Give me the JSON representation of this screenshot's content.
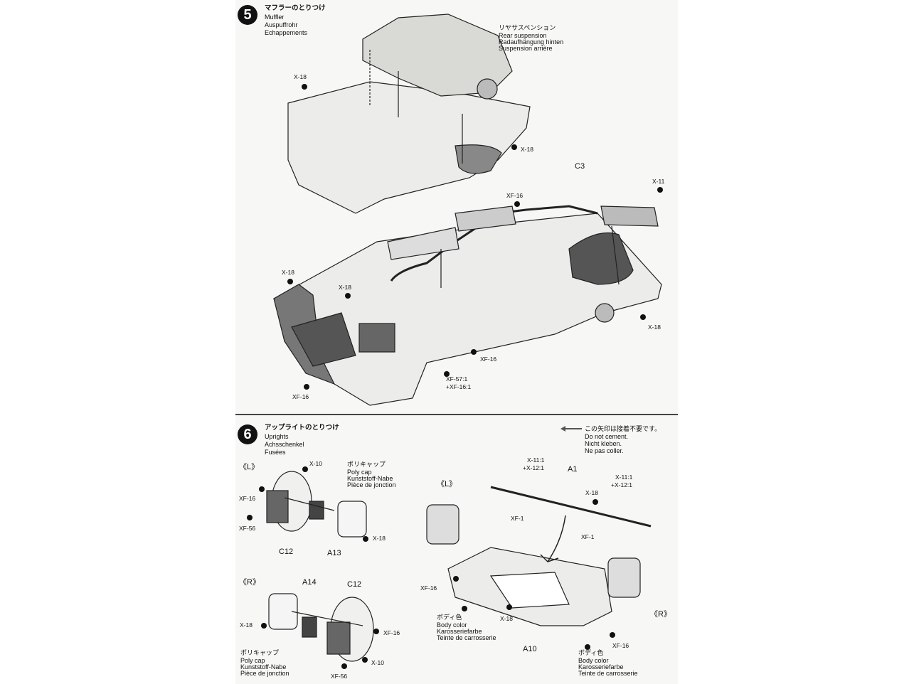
{
  "step5": {
    "number": "5",
    "title_jp": "マフラーのとりつけ",
    "title_en": "Muffler",
    "title_de": "Auspuffrohr",
    "title_fr": "Echappements",
    "rear_suspension": {
      "jp": "リヤサスペンション",
      "en": "Rear suspension",
      "de": "Radaufhängung hinten",
      "fr": "Suspension arrière"
    },
    "labels": {
      "x18_a": "X-18",
      "x18_b": "X-18",
      "c3": "C3",
      "x11": "X-11",
      "xf16_a": "XF-16",
      "x18_c": "X-18",
      "x18_d": "X-18",
      "x18_e": "X-18",
      "xf16_b": "XF-16",
      "xf57": "XF-57:1",
      "xf16_ratio": "+XF-16:1",
      "xf16_c": "XF-16"
    }
  },
  "step6": {
    "number": "6",
    "title_jp": "アップライトのとりつけ",
    "title_en": "Uprights",
    "title_de": "Achsschenkel",
    "title_fr": "Fusées",
    "note": {
      "jp": "この矢印は接着不要です。",
      "en": "Do not cement.",
      "de": "Nicht kleben.",
      "fr": "Ne pas coller."
    },
    "polycap_top": {
      "jp": "ポリキャップ",
      "en": "Poly cap",
      "de": "Kunststoff-Nabe",
      "fr": "Pièce de jonction"
    },
    "polycap_bottom": {
      "jp": "ポリキャップ",
      "en": "Poly cap",
      "de": "Kunststoff-Nabe",
      "fr": "Pièce de jonction"
    },
    "body_color_left": {
      "jp": "ボディ色",
      "en": "Body color",
      "de": "Karosseriefarbe",
      "fr": "Teinte de carrosserie"
    },
    "body_color_right": {
      "jp": "ボディ色",
      "en": "Body color",
      "de": "Karosseriefarbe",
      "fr": "Teinte de carrosserie"
    },
    "labels": {
      "L1": "《L》",
      "x10_a": "X-10",
      "xf16_a": "XF-16",
      "xf56_a": "XF-56",
      "c12_a": "C12",
      "a13": "A13",
      "x18_a": "X-18",
      "R1": "《R》",
      "a14": "A14",
      "c12_b": "C12",
      "x18_b": "X-18",
      "xf16_b": "XF-16",
      "x10_b": "X-10",
      "xf56_b": "XF-56",
      "x11_1a": "X-11:1",
      "x12_1a": "+X-12:1",
      "a1": "A1",
      "x11_1b": "X-11:1",
      "x12_1b": "+X-12:1",
      "L2": "《L》",
      "x18_c": "X-18",
      "xf1_a": "XF-1",
      "xf1_b": "XF-1",
      "xf16_c": "XF-16",
      "x18_d": "X-18",
      "R2": "《R》",
      "a10": "A10",
      "xf16_d": "XF-16"
    }
  }
}
